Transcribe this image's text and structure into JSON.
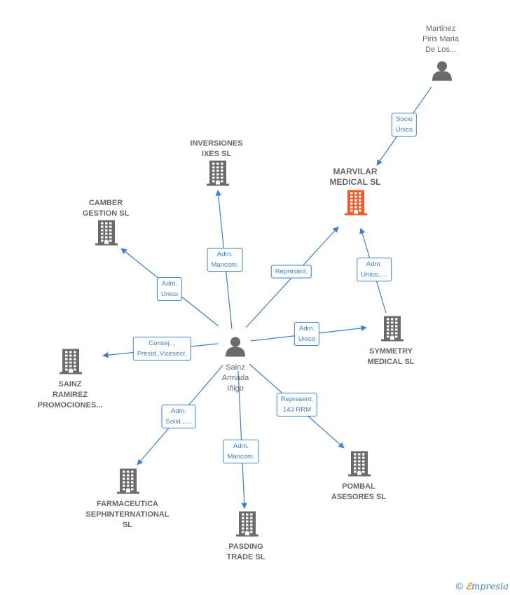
{
  "colors": {
    "edge": "#3a7fd5",
    "node_icon": "#6b6b6b",
    "focus_icon": "#f05a28",
    "text": "#666666"
  },
  "nodes": [
    {
      "id": "martinez",
      "type": "person",
      "label": "Martinez\nPiris Maria\nDe Los..."
    },
    {
      "id": "marvilar",
      "type": "company",
      "focus": true,
      "label": "MARVILAR\nMEDICAL  SL"
    },
    {
      "id": "inversiones",
      "type": "company",
      "label": "INVERSIONES\nIXES  SL"
    },
    {
      "id": "camber",
      "type": "company",
      "label": "CAMBER\nGESTION SL"
    },
    {
      "id": "sainz",
      "type": "person",
      "label": "Sainz\nArmada\nIñigo"
    },
    {
      "id": "symmetry",
      "type": "company",
      "label": "SYMMETRY\nMEDICAL  SL"
    },
    {
      "id": "ramirez",
      "type": "company",
      "label": "SAINZ\nRAMIREZ\nPROMOCIONES..."
    },
    {
      "id": "farmaceutica",
      "type": "company",
      "label": "FARMACEUTICA\nSEPHINTERNATIONAL\nSL"
    },
    {
      "id": "pasding",
      "type": "company",
      "label": "PASDING\nTRADE SL"
    },
    {
      "id": "pombal",
      "type": "company",
      "label": "POMBAL\nASESORES SL"
    }
  ],
  "edges": [
    {
      "from": "martinez",
      "to": "marvilar",
      "label": "Socio\nÚnico"
    },
    {
      "from": "sainz",
      "to": "inversiones",
      "label": "Adm.\nMancom."
    },
    {
      "from": "sainz",
      "to": "camber",
      "label": "Adm.\nUnico"
    },
    {
      "from": "sainz",
      "to": "marvilar",
      "label": "Represent."
    },
    {
      "from": "symmetry",
      "to": "marvilar",
      "label": "Adm.\nUnico,...."
    },
    {
      "from": "sainz",
      "to": "symmetry",
      "label": "Adm.\nUnico"
    },
    {
      "from": "sainz",
      "to": "ramirez",
      "label": "Consej. ,\nPresid.,Vicesecr."
    },
    {
      "from": "sainz",
      "to": "farmaceutica",
      "label": "Adm.\nSolid.,...."
    },
    {
      "from": "sainz",
      "to": "pasding",
      "label": "Adm.\nMancom."
    },
    {
      "from": "sainz",
      "to": "pombal",
      "label": "Represent.\n143 RRM"
    }
  ],
  "brand": {
    "copyright": "©",
    "e": "ℰ",
    "rest": "mpresia"
  }
}
